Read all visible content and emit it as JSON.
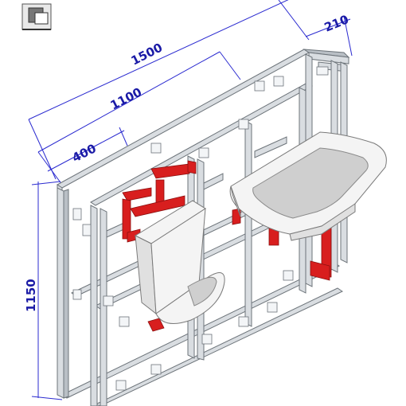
{
  "dimensions": {
    "overall_width": "1500",
    "frame_width": "1100",
    "module_width": "400",
    "depth": "210",
    "height": "1150"
  },
  "colors": {
    "dimension": "#1a1aa6",
    "pipe": "#d81e1e",
    "frame": "#d9dde1"
  },
  "icons": {
    "corner": "toilet-symbol-icon"
  }
}
